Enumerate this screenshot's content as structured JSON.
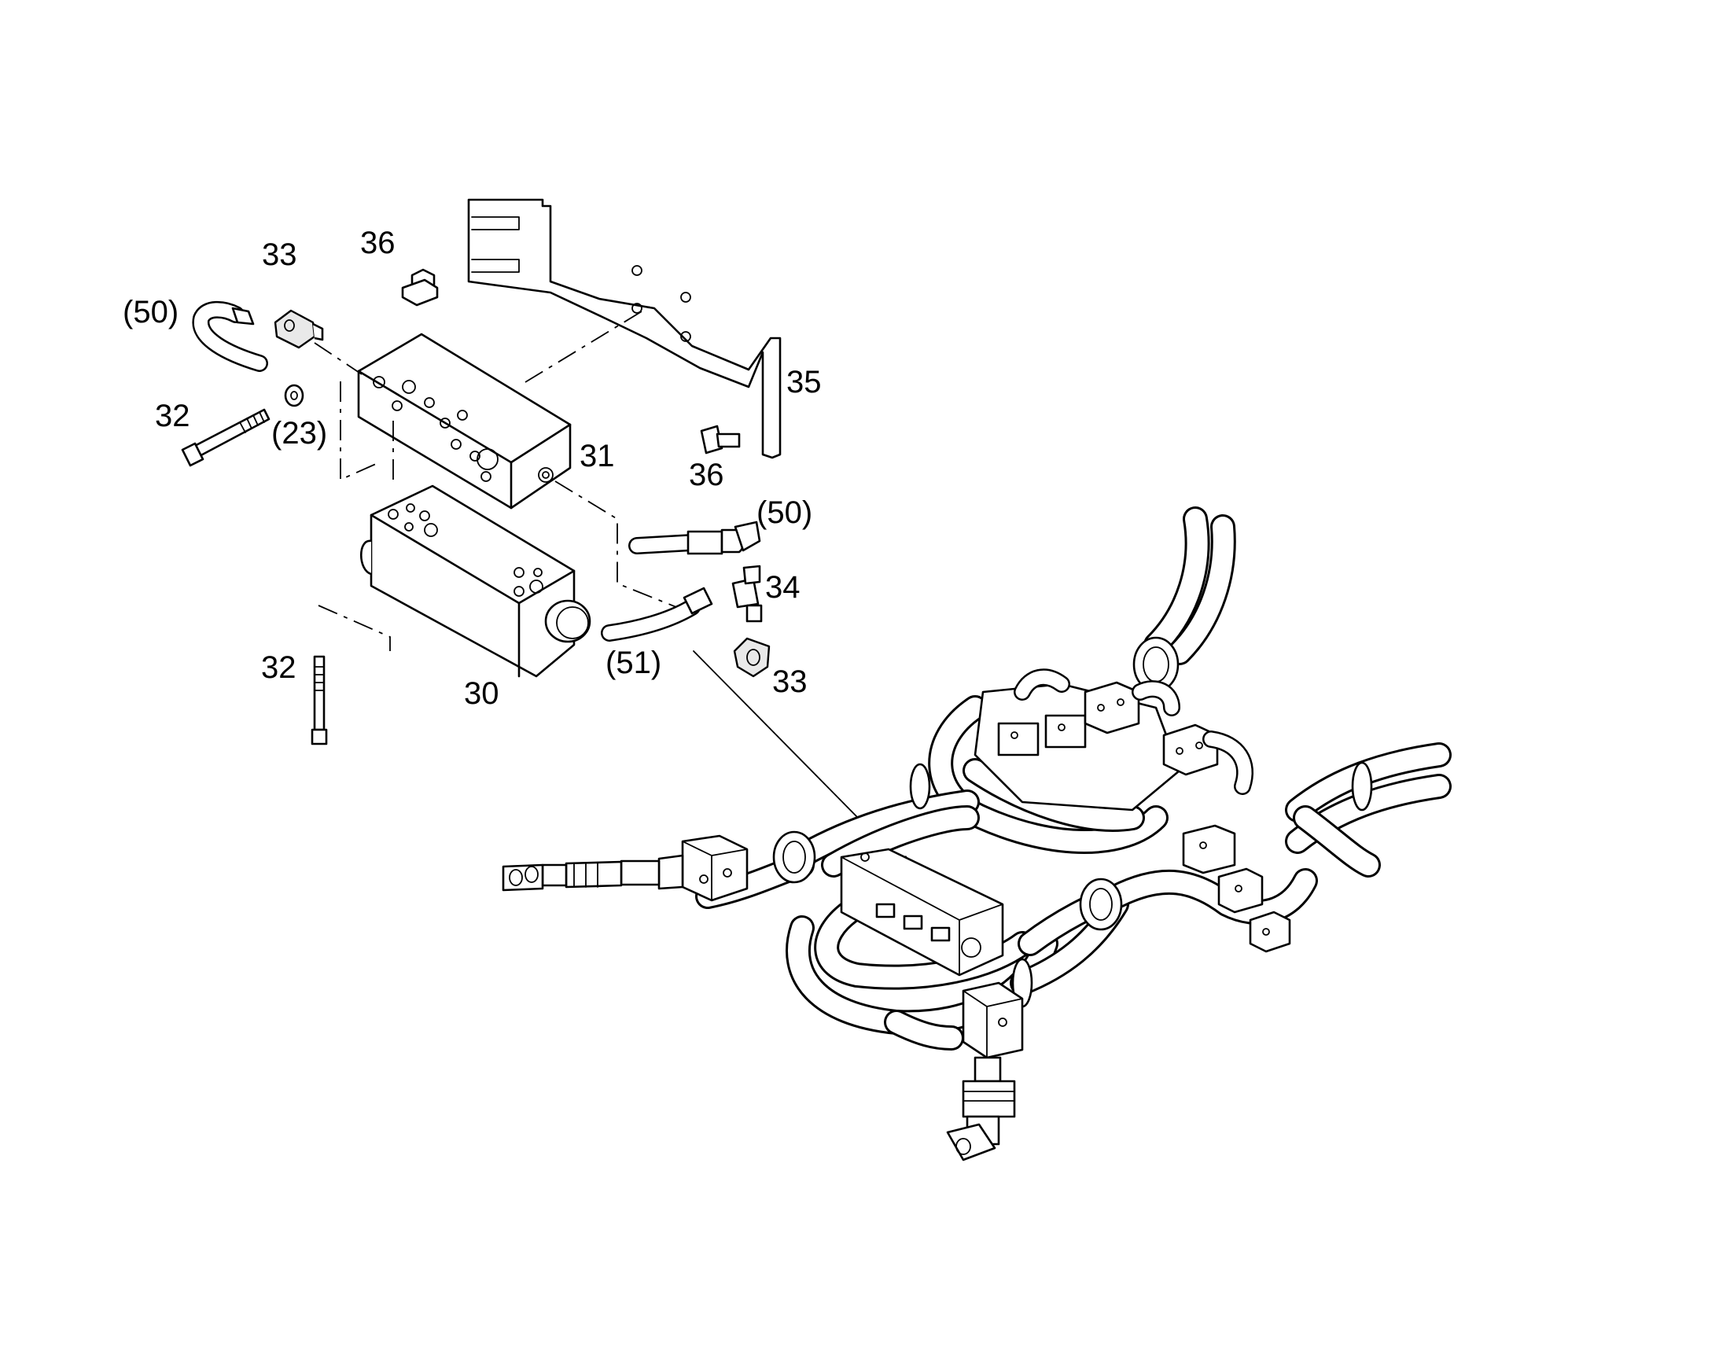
{
  "callouts": [
    {
      "id": "c33a",
      "text": "33"
    },
    {
      "id": "c36a",
      "text": "36"
    },
    {
      "id": "c50a",
      "text": "(50)"
    },
    {
      "id": "c32a",
      "text": "32"
    },
    {
      "id": "c23",
      "text": "(23)"
    },
    {
      "id": "c35",
      "text": "35"
    },
    {
      "id": "c31",
      "text": "31"
    },
    {
      "id": "c36b",
      "text": "36"
    },
    {
      "id": "c50b",
      "text": "(50)"
    },
    {
      "id": "c34",
      "text": "34"
    },
    {
      "id": "c51",
      "text": "(51)"
    },
    {
      "id": "c33b",
      "text": "33"
    },
    {
      "id": "c32b",
      "text": "32"
    },
    {
      "id": "c30",
      "text": "30"
    }
  ]
}
